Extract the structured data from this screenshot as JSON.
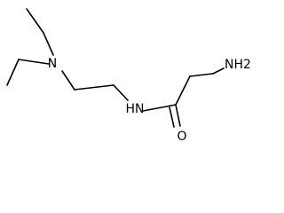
{
  "molecule": {
    "atoms": {
      "amine_n": "N",
      "amide_nh": "HN",
      "carbonyl_o": "O",
      "terminal_amine": "NH2"
    },
    "bond_color": "#000000",
    "background": "#ffffff"
  }
}
